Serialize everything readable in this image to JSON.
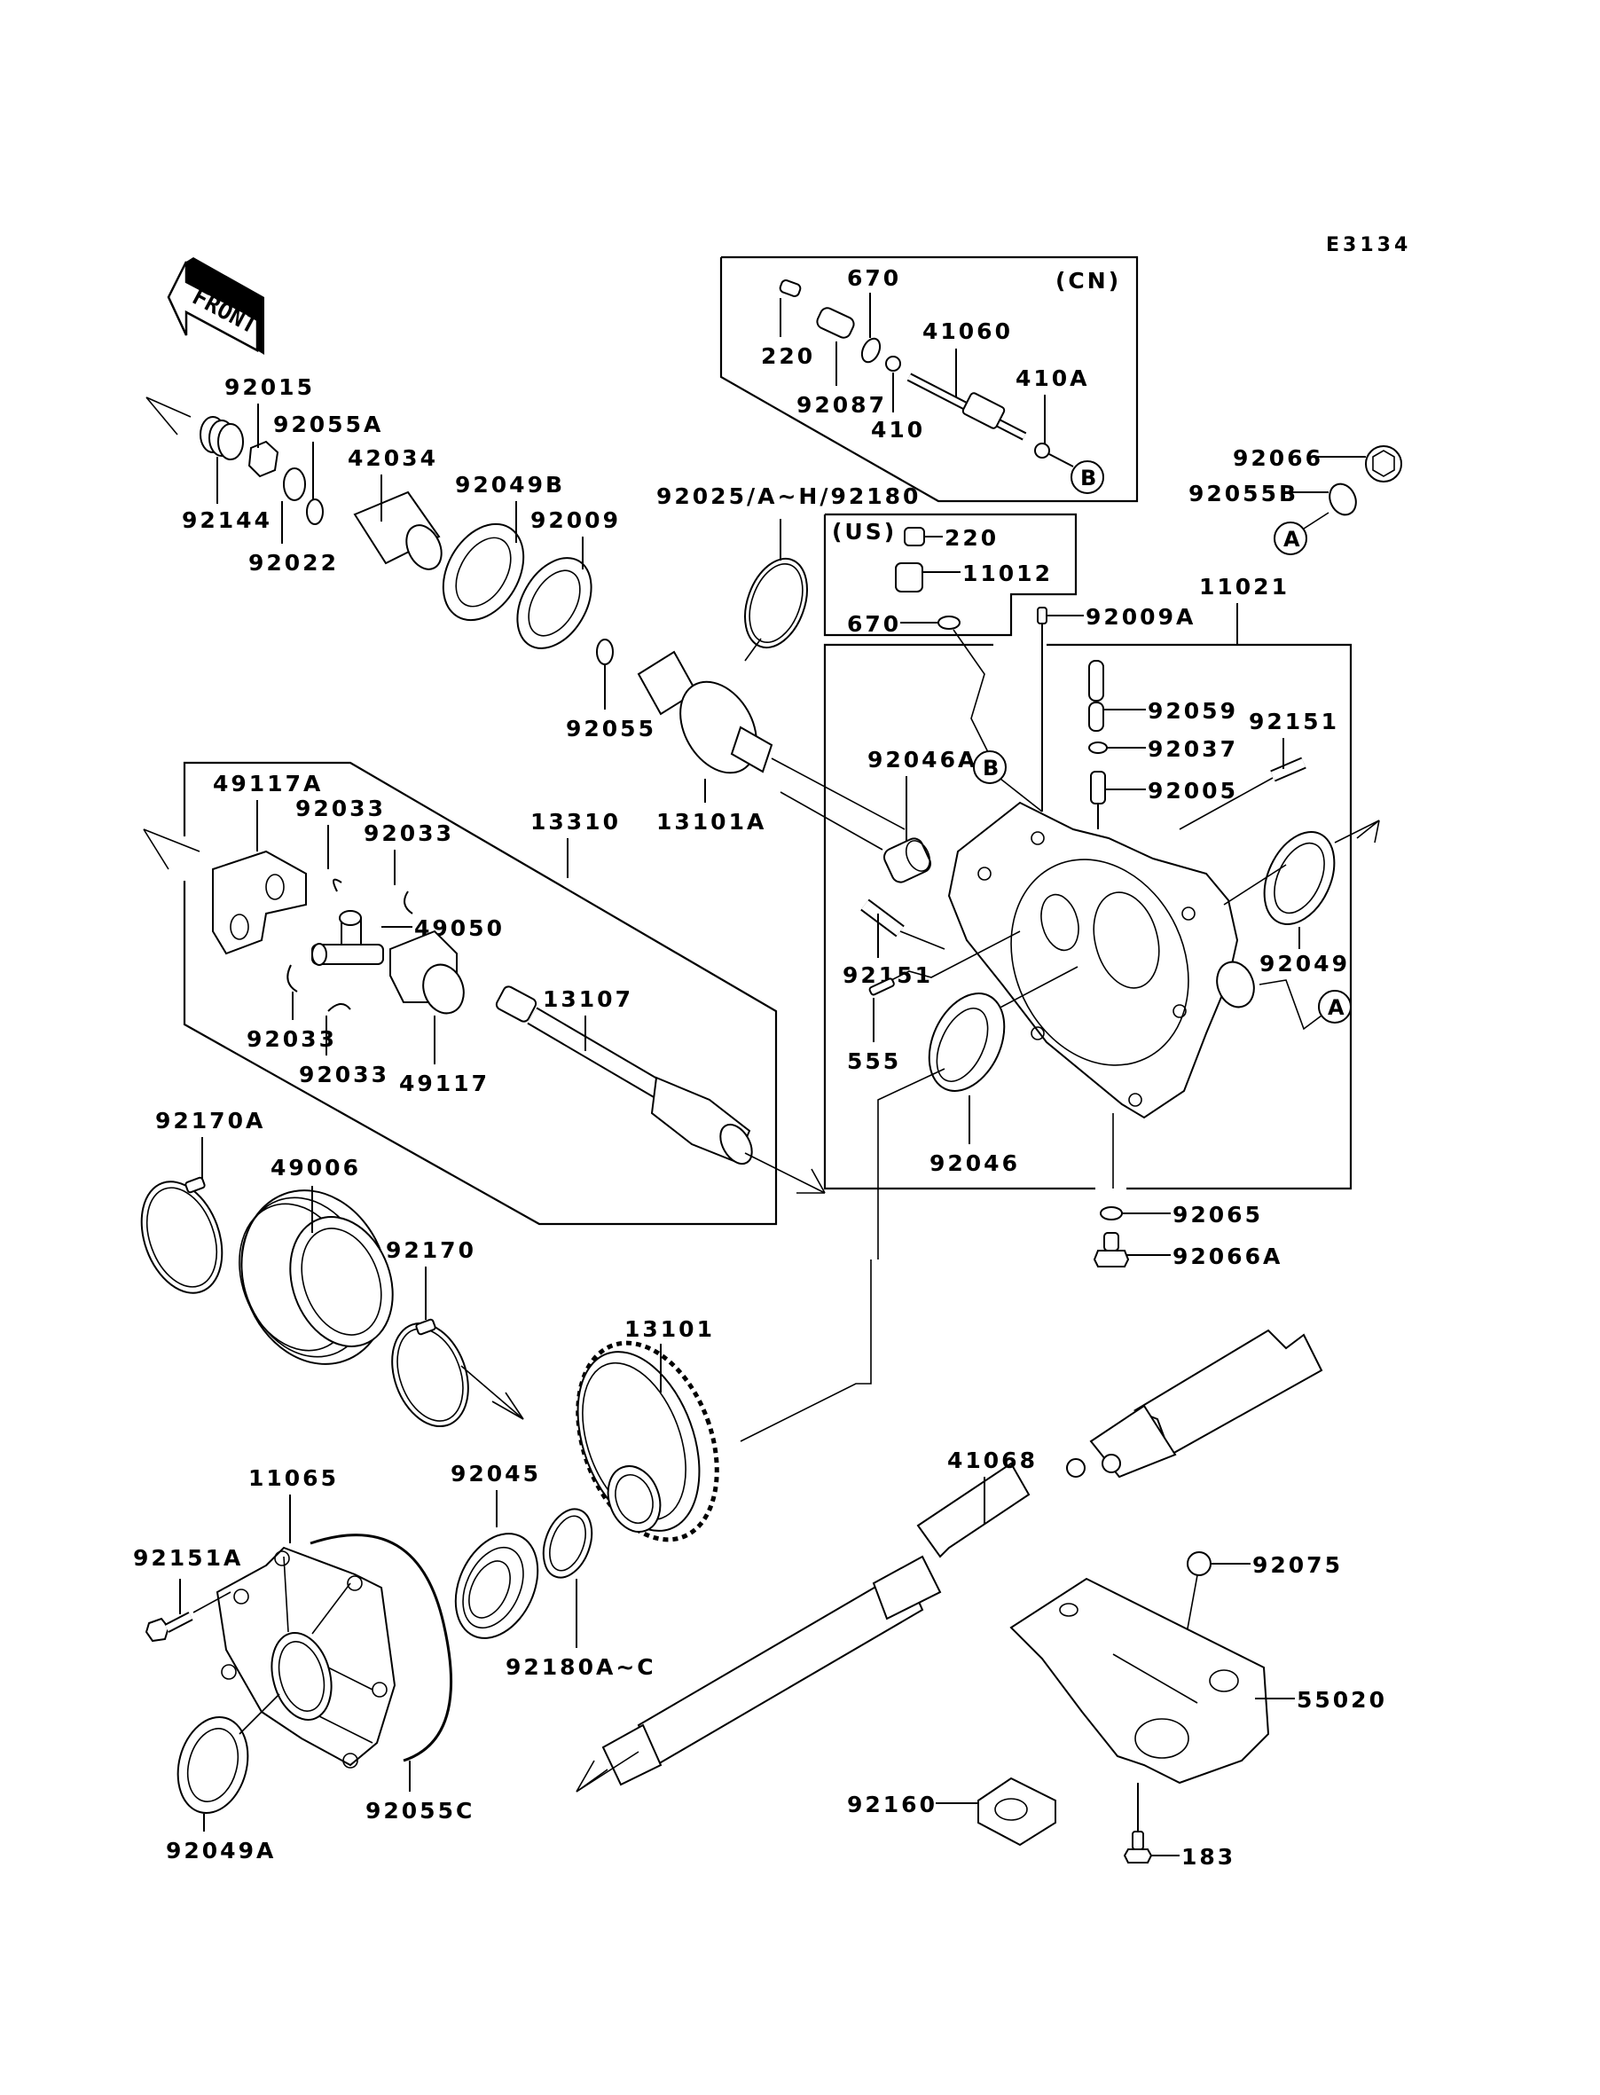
{
  "diagram": {
    "code": "E3134",
    "front_arrow": "FRONT",
    "region_cn": "(CN)",
    "region_us": "(US)",
    "ref_a": "A",
    "ref_b": "B"
  },
  "labels": {
    "p92015": "92015",
    "p92055A": "92055A",
    "p92144": "92144",
    "p92022": "92022",
    "p42034": "42034",
    "p92049B": "92049B",
    "p92009": "92009",
    "p92055": "92055",
    "p92025": "92025/A~H/92180",
    "p13101A": "13101A",
    "cn_220": "220",
    "cn_670": "670",
    "cn_92087": "92087",
    "cn_410": "410",
    "cn_41060": "41060",
    "cn_410A": "410A",
    "us_220": "220",
    "us_11012": "11012",
    "us_670": "670",
    "p92009A": "92009A",
    "p11021": "11021",
    "p92066": "92066",
    "p92055B": "92055B",
    "p92059": "92059",
    "p92037": "92037",
    "p92005": "92005",
    "p92151": "92151",
    "p92151b": "92151",
    "p92046A": "92046A",
    "p92049": "92049",
    "p555": "555",
    "p92046": "92046",
    "p92065": "92065",
    "p92066A": "92066A",
    "p49117A": "49117A",
    "p92033a": "92033",
    "p92033b": "92033",
    "p92033c": "92033",
    "p92033d": "92033",
    "p49050": "49050",
    "p13310": "13310",
    "p13107": "13107",
    "p49117": "49117",
    "p92170A": "92170A",
    "p49006": "49006",
    "p92170": "92170",
    "p13101": "13101",
    "p41068": "41068",
    "p92075": "92075",
    "p55020": "55020",
    "p92160": "92160",
    "p183": "183",
    "p11065": "11065",
    "p92045": "92045",
    "p92151A": "92151A",
    "p92180AC": "92180A~C",
    "p92055C": "92055C",
    "p92049A": "92049A"
  }
}
